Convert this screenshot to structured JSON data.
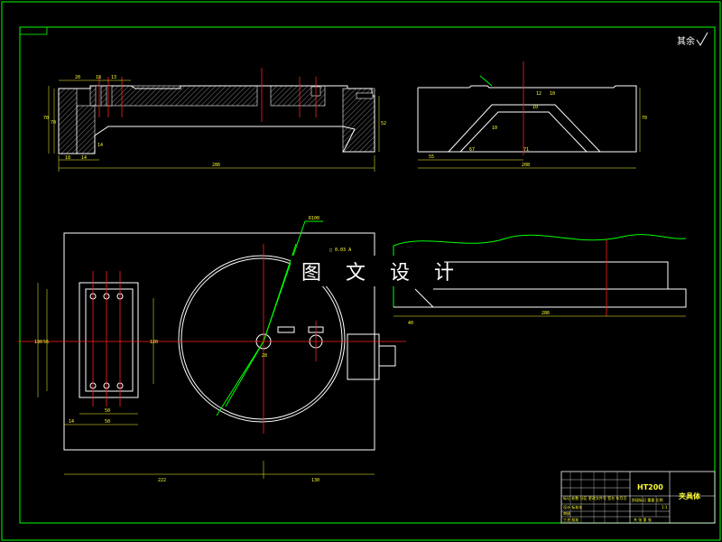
{
  "roughness_note": "其余",
  "material": "HT200",
  "part_name": "夹具体",
  "watermark": "图 文 设 计",
  "dims": {
    "top_w1": "20",
    "top_w2": "18",
    "top_w3": "13",
    "left_h1": "70",
    "left_h2": "70",
    "left_b1": "18",
    "left_b2": "14",
    "left_b3": "14",
    "right_h": "52",
    "top_overall": "286",
    "rv_b1": "55",
    "rv_b2": "67",
    "rv_b3": "71",
    "rv_mid": "10",
    "rv_overall": "208",
    "rv_h1": "10",
    "rv_h2": "12",
    "rv_h3": "10",
    "rv_left": "70",
    "plan_left": "222",
    "plan_right": "130",
    "sv_left": "40",
    "sv_overall": "286",
    "leader_r": "R100",
    "plan_tiny": "□ 0.03 A",
    "pad_h1": "130",
    "pad_h2": "56",
    "pad_h3": "120",
    "pad_b1": "14",
    "pad_b2": "50",
    "pad_b3": "50",
    "plan_hole": "28"
  },
  "title_block": {
    "small_rows": [
      "标记 处数 分区 更改文件号 签名 年月日",
      "设计 标准化",
      "审核",
      "工艺 批准"
    ],
    "stage_labels": "阶段标记 重量 比例",
    "sheet_labels": "共 张 第 张",
    "scale": "1:1"
  },
  "colors": {
    "frame": "#00ff00",
    "outline": "#ffffff",
    "centerline": "#ff2020",
    "dimension": "#ffff33"
  }
}
